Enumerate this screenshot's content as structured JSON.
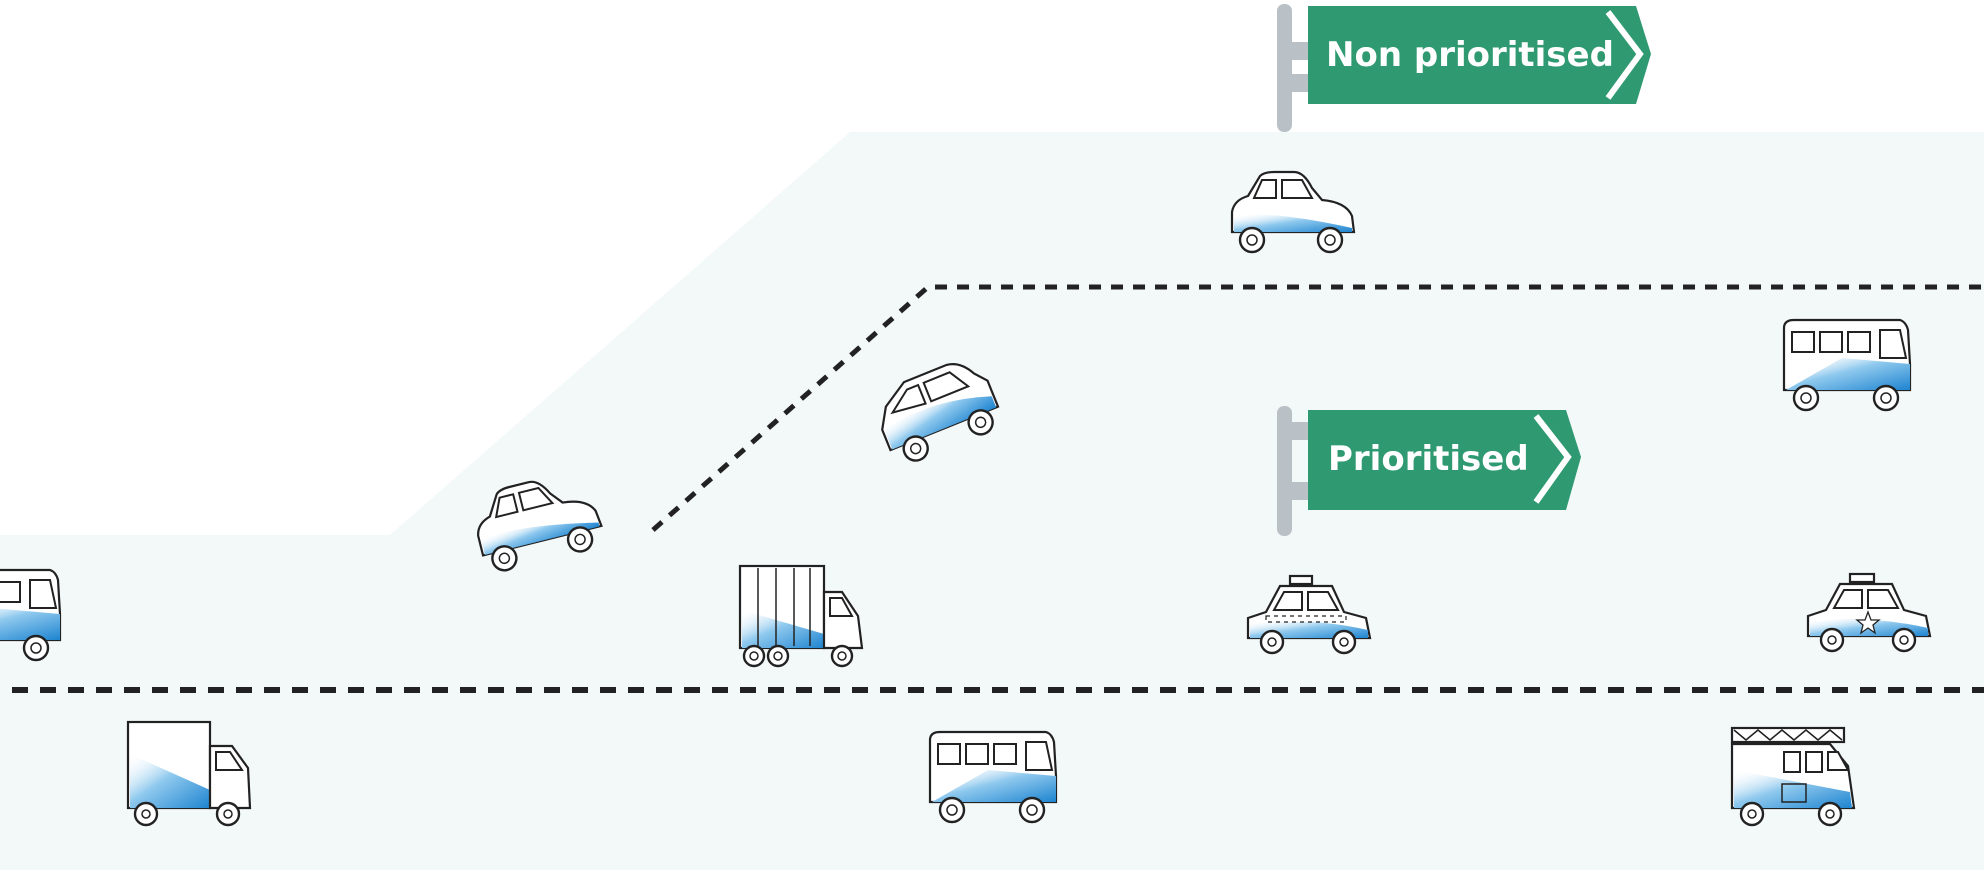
{
  "signs": {
    "non_prioritised": "Non prioritised",
    "prioritised": "Prioritised"
  },
  "colors": {
    "road": "#f3f9f9",
    "sign_green": "#2f9a72",
    "sign_border": "#ffffff",
    "pole": "#b9c1c7",
    "vehicle_fill": "#2a8fd6",
    "dash": "#222222"
  },
  "vehicles": [
    {
      "type": "car",
      "lane": "non-prioritised"
    },
    {
      "type": "bus",
      "lane": "merge"
    },
    {
      "type": "car",
      "lane": "ramp"
    },
    {
      "type": "car",
      "lane": "ramp"
    },
    {
      "type": "bus",
      "lane": "prioritised"
    },
    {
      "type": "truck",
      "lane": "prioritised"
    },
    {
      "type": "taxi",
      "lane": "prioritised"
    },
    {
      "type": "police-car",
      "lane": "prioritised"
    },
    {
      "type": "delivery-truck",
      "lane": "bottom"
    },
    {
      "type": "bus",
      "lane": "bottom"
    },
    {
      "type": "fire-truck",
      "lane": "bottom"
    }
  ]
}
